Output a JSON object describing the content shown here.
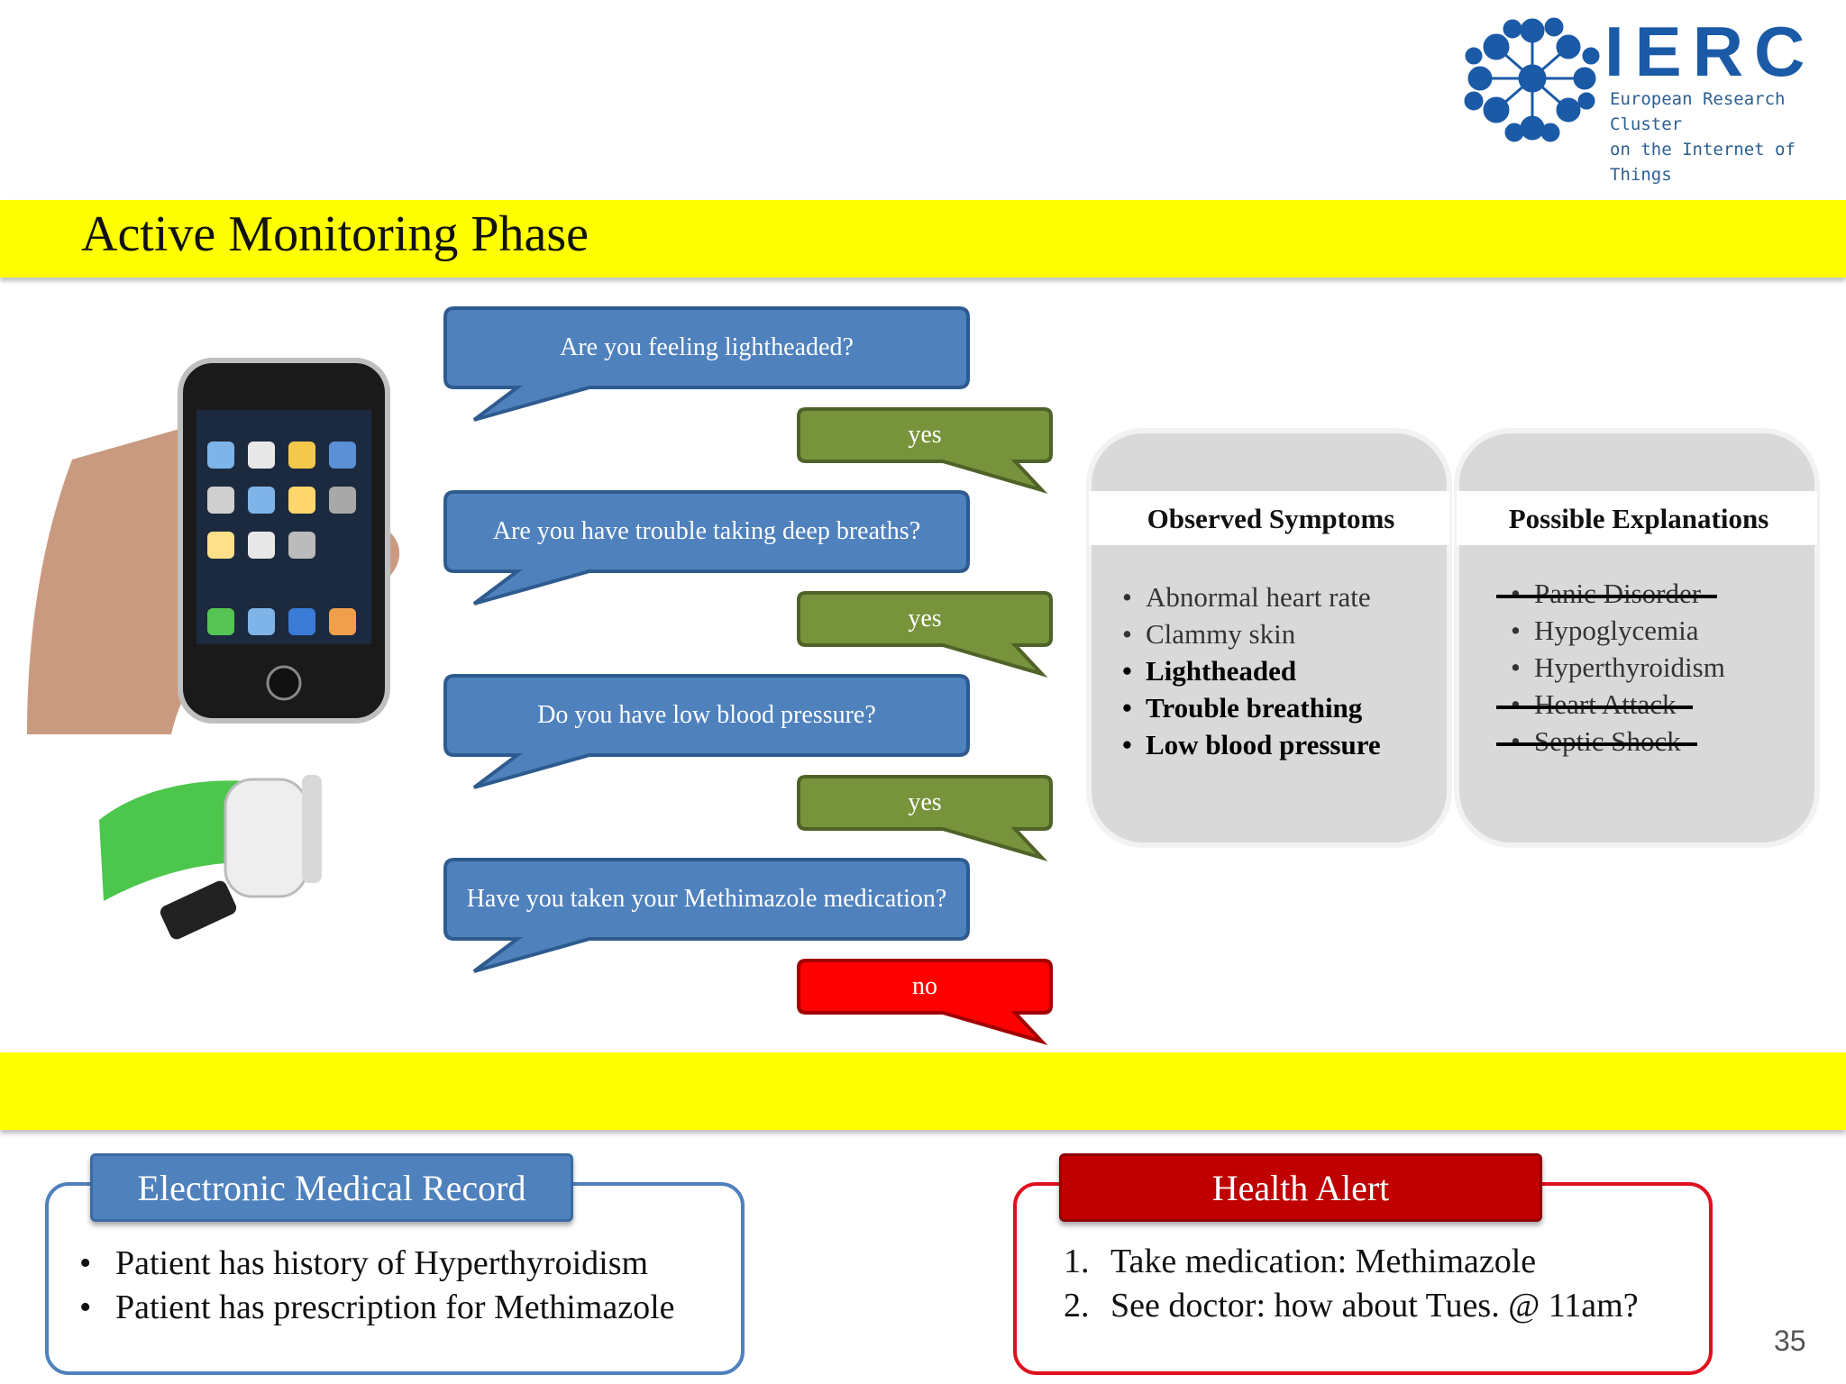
{
  "slide": {
    "title": "Active Monitoring Phase",
    "page_number": "35"
  },
  "logo": {
    "name": "IERC",
    "line1": "European Research Cluster",
    "line2": "on the Internet of Things",
    "color": "#1b5aa6"
  },
  "dialog": {
    "questions": [
      "Are you feeling lightheaded?",
      "Are you have trouble taking deep breaths?",
      "Do you have low blood pressure?",
      "Have you taken your Methimazole medication?"
    ],
    "answers": [
      "yes",
      "yes",
      "yes",
      "no"
    ],
    "colors": {
      "question": "#4f81bd",
      "yes": "#77933c",
      "no": "#ff0000"
    }
  },
  "symptoms_panel": {
    "title": "Observed Symptoms",
    "items": [
      "Abnormal heart rate",
      "Clammy skin",
      "Lightheaded",
      "Trouble breathing",
      "Low blood pressure"
    ]
  },
  "explanations_panel": {
    "title": "Possible Explanations",
    "items": [
      "Panic Disorder",
      "Hypoglycemia",
      "Hyperthyroidism",
      "Heart Attack",
      "Septic Shock"
    ]
  },
  "emr_box": {
    "title": "Electronic Medical Record",
    "items": [
      "Patient has history of Hyperthyroidism",
      "Patient has prescription for Methimazole"
    ],
    "color": "#4f81bd"
  },
  "alert_box": {
    "title": "Health Alert",
    "items": [
      "Take medication: Methimazole",
      "See doctor: how about Tues. @ 11am?"
    ],
    "color": "#c00000"
  }
}
